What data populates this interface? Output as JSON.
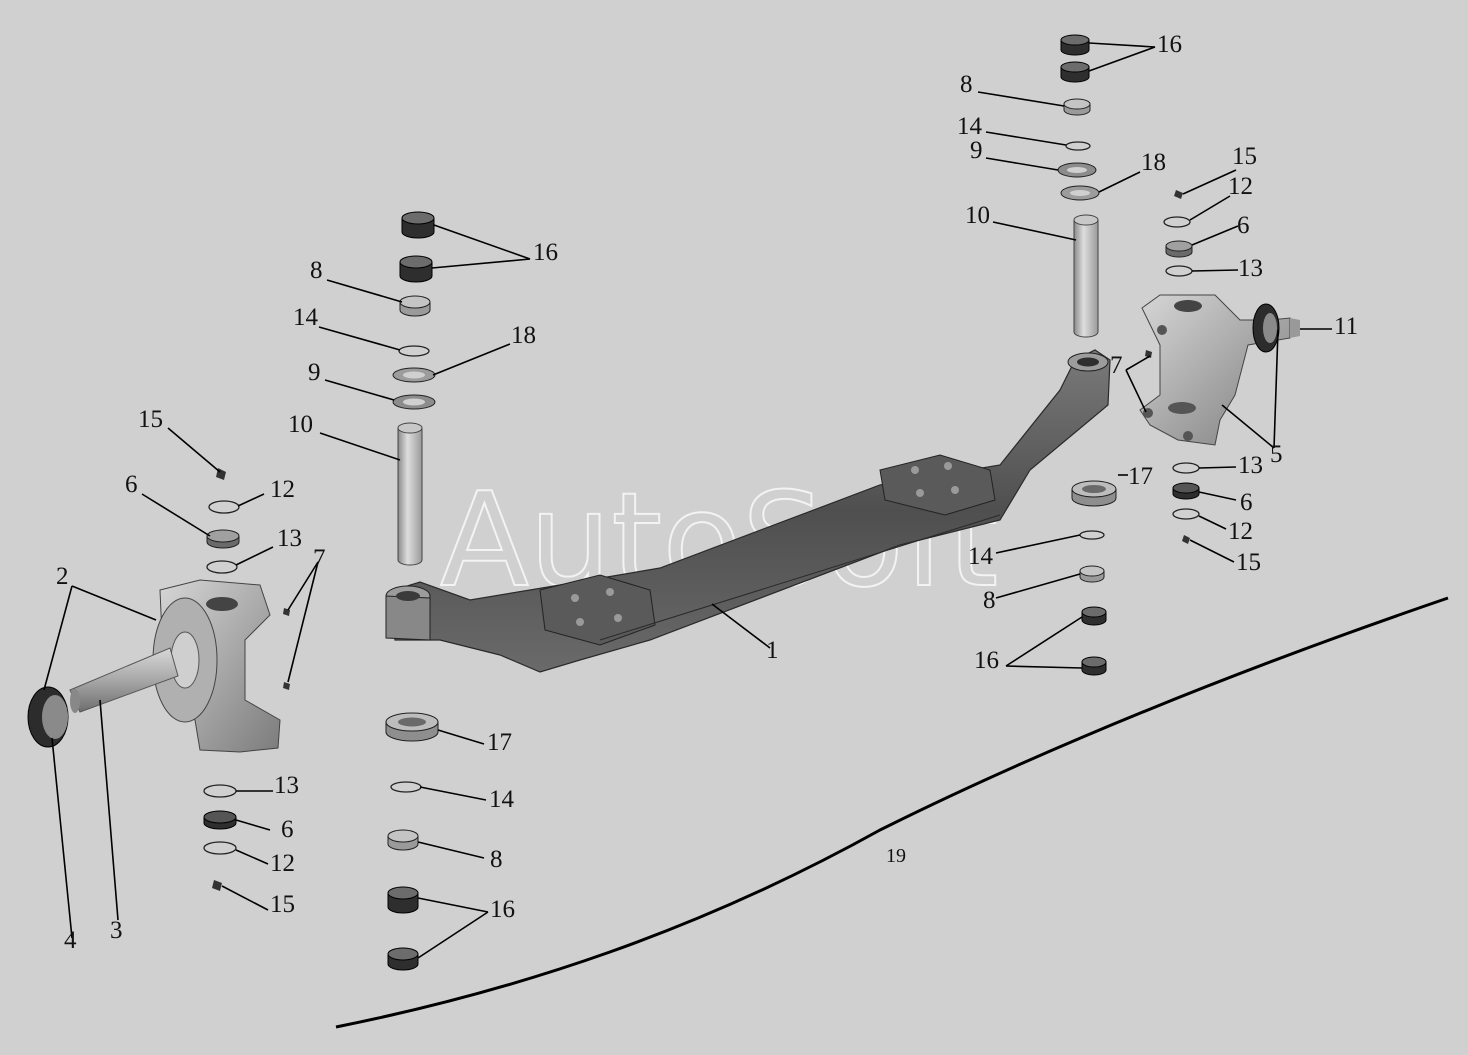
{
  "watermark": "AutoSoft",
  "callouts": {
    "n1": "1",
    "n2": "2",
    "n3": "3",
    "n4": "4",
    "n5": "5",
    "n6": "6",
    "n7": "7",
    "n8": "8",
    "n9": "9",
    "n10": "10",
    "n11": "11",
    "n12": "12",
    "n13": "13",
    "n14": "14",
    "n15": "15",
    "n16": "16",
    "n17": "17",
    "n18": "18",
    "n19": "19"
  },
  "colors": {
    "background": "#d0d0d0",
    "part_light": "#b4b4b4",
    "part_mid": "#8f8f8f",
    "part_dark": "#4a4a4a",
    "bearing": "#2e2e2e",
    "line": "#000000"
  }
}
